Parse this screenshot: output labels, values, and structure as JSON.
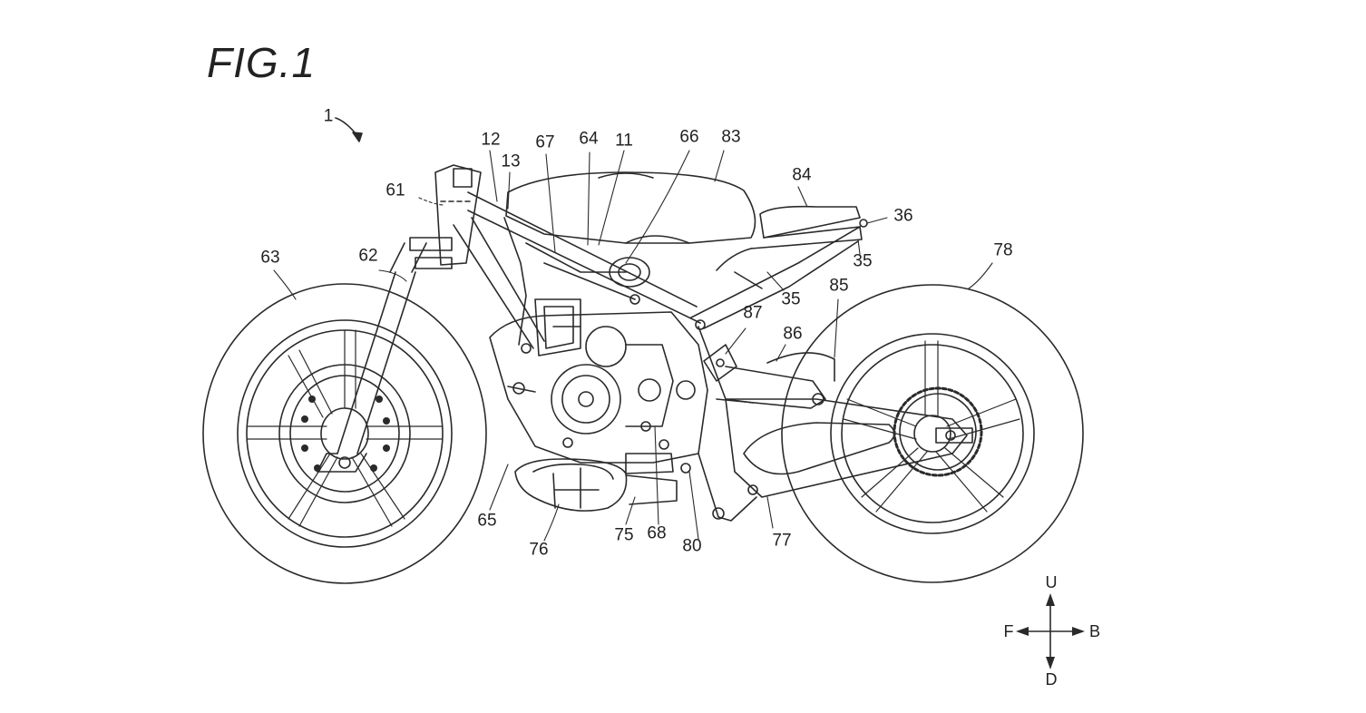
{
  "figure": {
    "title": "FIG.1",
    "overall_ref": "1"
  },
  "reference_numerals": [
    "12",
    "13",
    "67",
    "64",
    "11",
    "66",
    "83",
    "84",
    "61",
    "36",
    "35",
    "63",
    "62",
    "78",
    "35",
    "85",
    "87",
    "86",
    "65",
    "76",
    "75",
    "68",
    "80",
    "77"
  ],
  "direction_indicator": {
    "up": "U",
    "down": "D",
    "front": "F",
    "back": "B"
  }
}
